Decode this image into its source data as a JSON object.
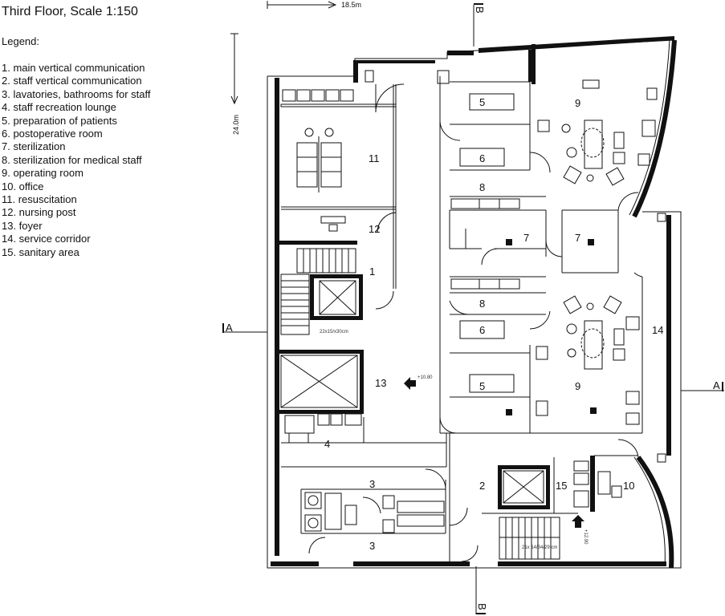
{
  "title": "Third Floor, Scale 1:150",
  "legend": {
    "heading": "Legend:",
    "items": [
      "1. main vertical communication",
      "2. staff vertical communication",
      "3. lavatories, bathrooms for staff",
      "4. staff recreation lounge",
      "5. preparation of  patients",
      "6. postoperative room",
      "7. sterilization",
      "8. sterilization for medical staff",
      "9. operating room",
      "10. office",
      "11. resuscitation",
      "12. nursing post",
      "13. foyer",
      "14. service corridor",
      "15. sanitary area"
    ]
  },
  "dimensions": {
    "width": "18.5m",
    "height": "24.0m"
  },
  "sections": {
    "a_left": "A",
    "a_right": "A",
    "b_top": "B",
    "b_bottom": "B"
  },
  "levels": {
    "foyer": "+10.80",
    "stair": "+12.90"
  },
  "stair_note_upper": "22x15/x30cm",
  "stair_note_lower": "21x 14/34/29 cm",
  "rooms": {
    "r1": "1",
    "r2": "2",
    "r3a": "3",
    "r3b": "3",
    "r4": "4",
    "r5a": "5",
    "r5b": "5",
    "r6a": "6",
    "r6b": "6",
    "r7a": "7",
    "r7b": "7",
    "r8a": "8",
    "r8b": "8",
    "r9a": "9",
    "r9b": "9",
    "r10": "10",
    "r11": "11",
    "r12": "12",
    "r13": "13",
    "r14": "14",
    "r15": "15"
  }
}
